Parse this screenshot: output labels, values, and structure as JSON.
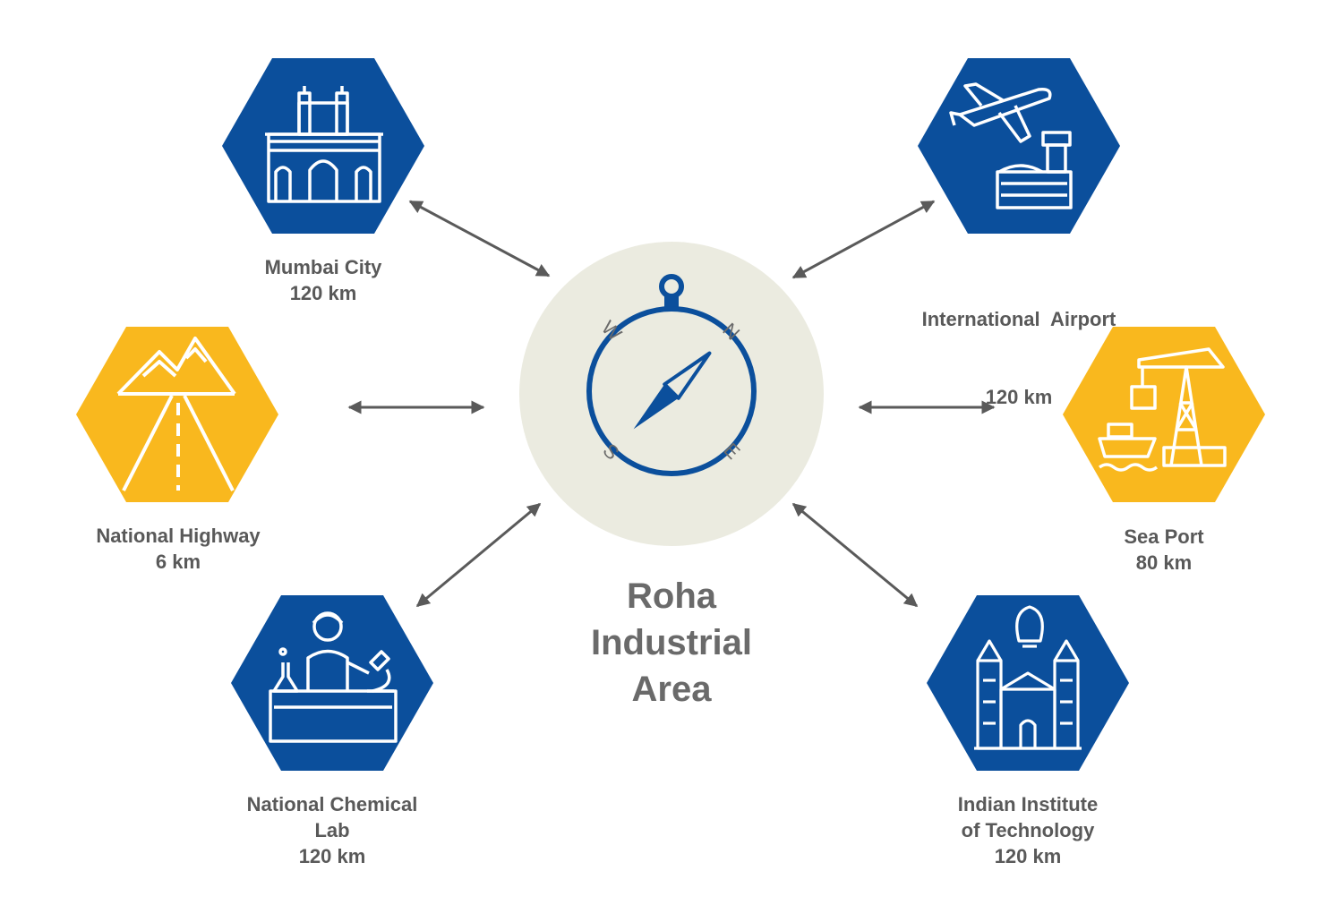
{
  "colors": {
    "blue": "#0B4F9C",
    "yellow": "#F9B81E",
    "circle": "#EBEBE0",
    "arrow": "#5a5a5a",
    "text": "#595959"
  },
  "center": {
    "title_lines": [
      "Roha",
      "Industrial",
      "Area"
    ],
    "compass": {
      "n": "N",
      "e": "E",
      "s": "S",
      "w": "W"
    }
  },
  "nodes": {
    "mumbai": {
      "icon": "gateway-of-india-icon",
      "color": "blue",
      "lines": [
        "Mumbai City",
        "120 km"
      ]
    },
    "airport": {
      "icon": "airplane-airport-icon",
      "color": "blue",
      "lines": [
        "International  Airport",
        "120 km"
      ]
    },
    "highway": {
      "icon": "mountain-highway-icon",
      "color": "yellow",
      "lines": [
        "National Highway",
        "6 km"
      ]
    },
    "seaport": {
      "icon": "port-crane-ship-icon",
      "color": "yellow",
      "lines": [
        "Sea Port",
        "80 km"
      ]
    },
    "chemlab": {
      "icon": "scientist-lab-icon",
      "color": "blue",
      "lines": [
        "National Chemical",
        "Lab",
        "120 km"
      ]
    },
    "iit": {
      "icon": "institute-building-bulb-icon",
      "color": "blue",
      "lines": [
        "Indian Institute",
        "of Technology",
        "120 km"
      ]
    }
  }
}
